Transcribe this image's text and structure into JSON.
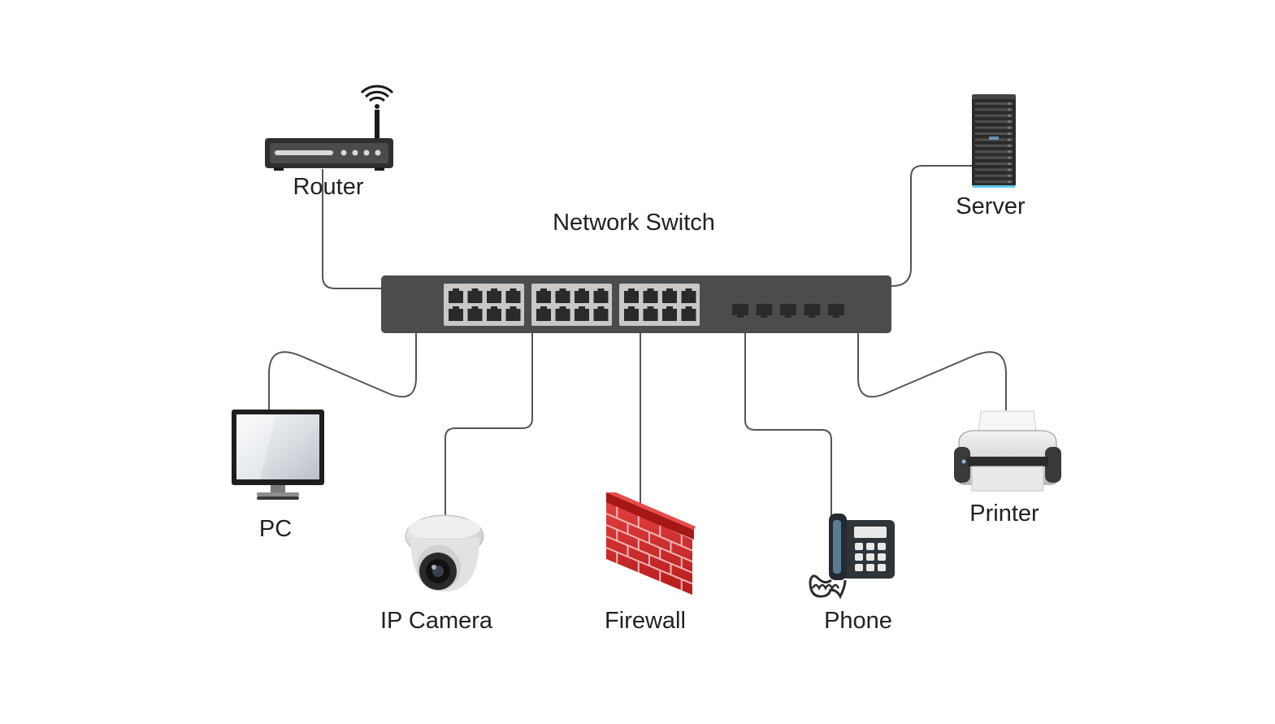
{
  "diagram": {
    "switch_label": "Network Switch",
    "devices": {
      "router": "Router",
      "server": "Server",
      "pc": "PC",
      "ip_camera": "IP Camera",
      "firewall": "Firewall",
      "phone": "Phone",
      "printer": "Printer"
    }
  },
  "colors": {
    "switch_body": "#4a4c4e",
    "port_panel": "#c8c8c8",
    "cable": "#555555",
    "firewall": "#d42a2a",
    "text": "#222222"
  }
}
